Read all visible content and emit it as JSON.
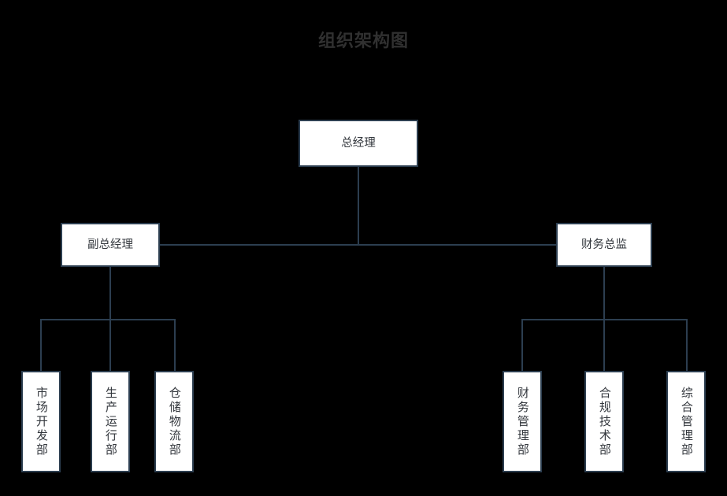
{
  "chart_data": {
    "type": "diagram",
    "diagram_type": "org-chart",
    "title": "组织架构图",
    "background_color": "#000000",
    "node_fill": "#ffffff",
    "node_border_color": "#2c3e50",
    "node_text_color": "#33373d",
    "title_color": "#303030",
    "connector_color": "#2c3e50",
    "orientation": "top-down",
    "levels": 3,
    "nodes": [
      {
        "id": "gm",
        "label": "总经理",
        "level": 1,
        "parent": null,
        "text_direction": "horizontal"
      },
      {
        "id": "dgm",
        "label": "副总经理",
        "level": 2,
        "parent": "gm",
        "text_direction": "horizontal"
      },
      {
        "id": "cfo",
        "label": "财务总监",
        "level": 2,
        "parent": "gm",
        "text_direction": "horizontal"
      },
      {
        "id": "d1",
        "label": "市场开发部",
        "level": 3,
        "parent": "dgm",
        "text_direction": "vertical"
      },
      {
        "id": "d2",
        "label": "生产运行部",
        "level": 3,
        "parent": "dgm",
        "text_direction": "vertical"
      },
      {
        "id": "d3",
        "label": "仓储物流部",
        "level": 3,
        "parent": "dgm",
        "text_direction": "vertical"
      },
      {
        "id": "d4",
        "label": "财务管理部",
        "level": 3,
        "parent": "cfo",
        "text_direction": "vertical"
      },
      {
        "id": "d5",
        "label": "合规技术部",
        "level": 3,
        "parent": "cfo",
        "text_direction": "vertical"
      },
      {
        "id": "d6",
        "label": "综合管理部",
        "level": 3,
        "parent": "cfo",
        "text_direction": "vertical"
      }
    ],
    "edges": [
      {
        "from": "gm",
        "to": "dgm"
      },
      {
        "from": "gm",
        "to": "cfo"
      },
      {
        "from": "dgm",
        "to": "d1"
      },
      {
        "from": "dgm",
        "to": "d2"
      },
      {
        "from": "dgm",
        "to": "d3"
      },
      {
        "from": "cfo",
        "to": "d4"
      },
      {
        "from": "cfo",
        "to": "d5"
      },
      {
        "from": "cfo",
        "to": "d6"
      }
    ]
  },
  "nodes": {
    "gm": {
      "label": "总经理"
    },
    "dgm": {
      "label": "副总经理"
    },
    "cfo": {
      "label": "财务总监"
    },
    "d1": {
      "label": "市场开发部"
    },
    "d2": {
      "label": "生产运行部"
    },
    "d3": {
      "label": "仓储物流部"
    },
    "d4": {
      "label": "财务管理部"
    },
    "d5": {
      "label": "合规技术部"
    },
    "d6": {
      "label": "综合管理部"
    }
  },
  "title": "组织架构图"
}
